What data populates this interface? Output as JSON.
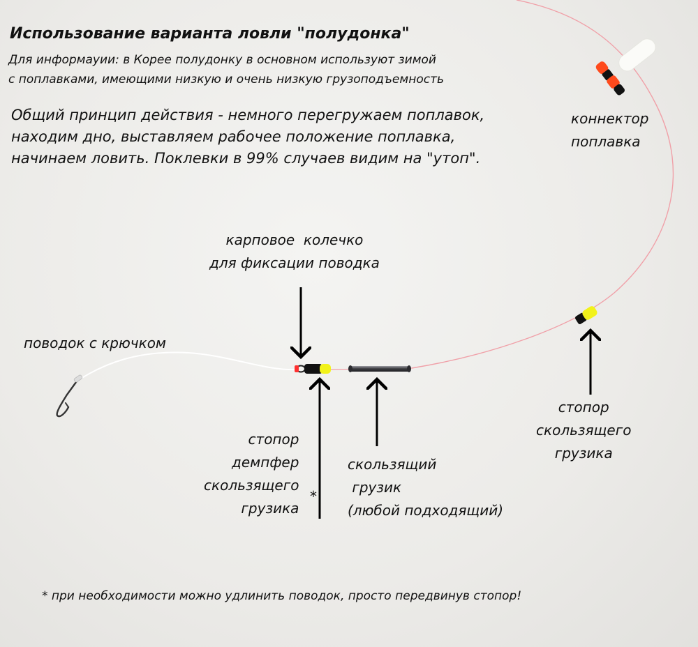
{
  "title": "Использование варианта ловли \"полудонка\"",
  "info": [
    "Для информауии: в Корее полудонку в основном используют зимой",
    "с поплавками, имеющими низкую и очень низкую грузоподъемность"
  ],
  "principle": [
    "Общий принцип действия - немного перегружаем поплавок,",
    "находим дно, выставляем рабочее положение поплавка,",
    "начинаем ловить. Поклевки в 99% случаев видим на \"утоп\"."
  ],
  "labels": {
    "connector": [
      "коннектор",
      "поплавка"
    ],
    "carp_ring": [
      "карповое  колечко",
      "для фиксации поводка"
    ],
    "leader": "поводок с крючком",
    "stopper_right": [
      "стопор",
      "скользящего",
      "грузика"
    ],
    "damper": [
      "стопор",
      "демпфер",
      "скользящего",
      "грузика"
    ],
    "damper_mark": "*",
    "sinker": [
      "скользящий",
      " грузик",
      "(любой подходящий)"
    ]
  },
  "footnote": "* при необходимости можно удлинить поводок, просто передвинув стопор!",
  "colors": {
    "main_line": "#f0a0a8",
    "leader_line": "#ffffff",
    "float_orange": "#ff4a1c",
    "stopper_yellow": "#f2f21a",
    "black": "#111111",
    "sinker": "#4a4a4e"
  }
}
